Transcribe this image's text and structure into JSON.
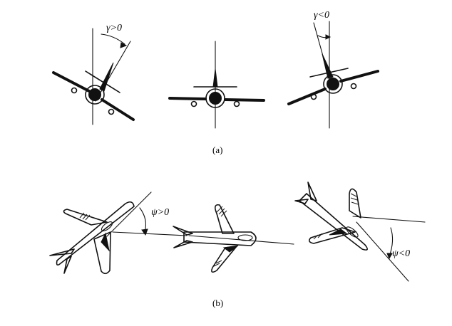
{
  "figure": {
    "top_row": {
      "caption": "(a)",
      "left_angle_label": "γ>0",
      "right_angle_label": "γ<0"
    },
    "bottom_row": {
      "caption": "(b)",
      "left_angle_label": "ψ>0",
      "right_angle_label": "ψ<0"
    }
  }
}
